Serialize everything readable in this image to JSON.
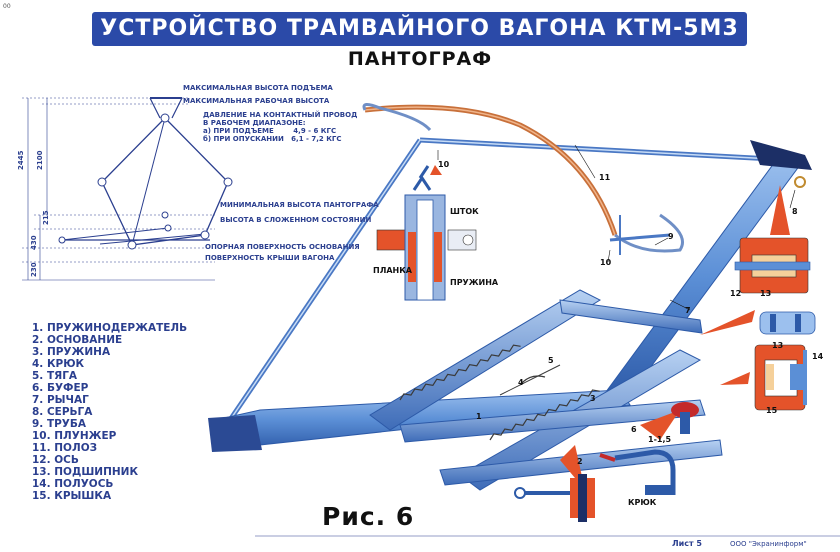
{
  "corner_mark": "00",
  "title": "УСТРОЙСТВО ТРАМВАЙНОГО ВАГОНА КТМ-5М3",
  "subtitle": "ПАНТОГРАФ",
  "schematic": {
    "max_lift": "МАКСИМАЛЬНАЯ ВЫСОТА ПОДЪЕМА",
    "max_work": "МАКСИМАЛЬНАЯ РАБОЧАЯ ВЫСОТА",
    "pressure_title_1": "ДАВЛЕНИЕ НА КОНТАКТНЫЙ ПРОВОД",
    "pressure_title_2": "В РАБОЧЕМ ДИАПАЗОНЕ:",
    "pressure_a": "а) ПРИ ПОДЪЕМЕ        4,9 - 6 КГС",
    "pressure_b": "б) ПРИ ОПУСКАНИИ   6,1 - 7,2 КГС",
    "min_height": "МИНИМАЛЬНАЯ ВЫСОТА ПАНТОГРАФА",
    "folded": "ВЫСОТА В СЛОЖЕННОМ СОСТОЯНИИ",
    "base_surface": "ОПОРНАЯ ПОВЕРХНОСТЬ ОСНОВАНИЯ",
    "roof_surface": "ПОВЕРХНОСТЬ КРЫШИ ВАГОНА",
    "dim_2445": "2445",
    "dim_2100": "2100",
    "dim_215": "215",
    "dim_430": "430",
    "dim_230": "230"
  },
  "callouts": {
    "shtok": "ШТОК",
    "planka": "ПЛАНКА",
    "pruzhina": "ПРУЖИНА",
    "kryuk": "КРЮК",
    "ratio": "1-1,5"
  },
  "numbers": [
    "1",
    "2",
    "3",
    "4",
    "5",
    "6",
    "7",
    "8",
    "9",
    "10",
    "10",
    "11",
    "12",
    "13",
    "13",
    "14",
    "15"
  ],
  "legend": [
    "1.  ПРУЖИНОДЕРЖАТЕЛЬ",
    "2.  ОСНОВАНИЕ",
    "3.  ПРУЖИНА",
    "4.  КРЮК",
    "5.  ТЯГА",
    "6.  БУФЕР",
    "7.  РЫЧАГ",
    "8.  СЕРЬГА",
    "9.  ТРУБА",
    "10. ПЛУНЖЕР",
    "11. ПОЛОЗ",
    "12. ОСЬ",
    "13. ПОДШИПНИК",
    "14. ПОЛУОСЬ",
    "15. КРЫШКА"
  ],
  "figure_label": "Рис. 6",
  "sheet": "Лист 5",
  "publisher": "ООО \"Экранинформ\"",
  "colors": {
    "banner": "#2b4aa8",
    "steel": "#5b8fd6",
    "steel_dark": "#2d5aa8",
    "accent": "#e4532a",
    "copper": "#c8703a"
  }
}
